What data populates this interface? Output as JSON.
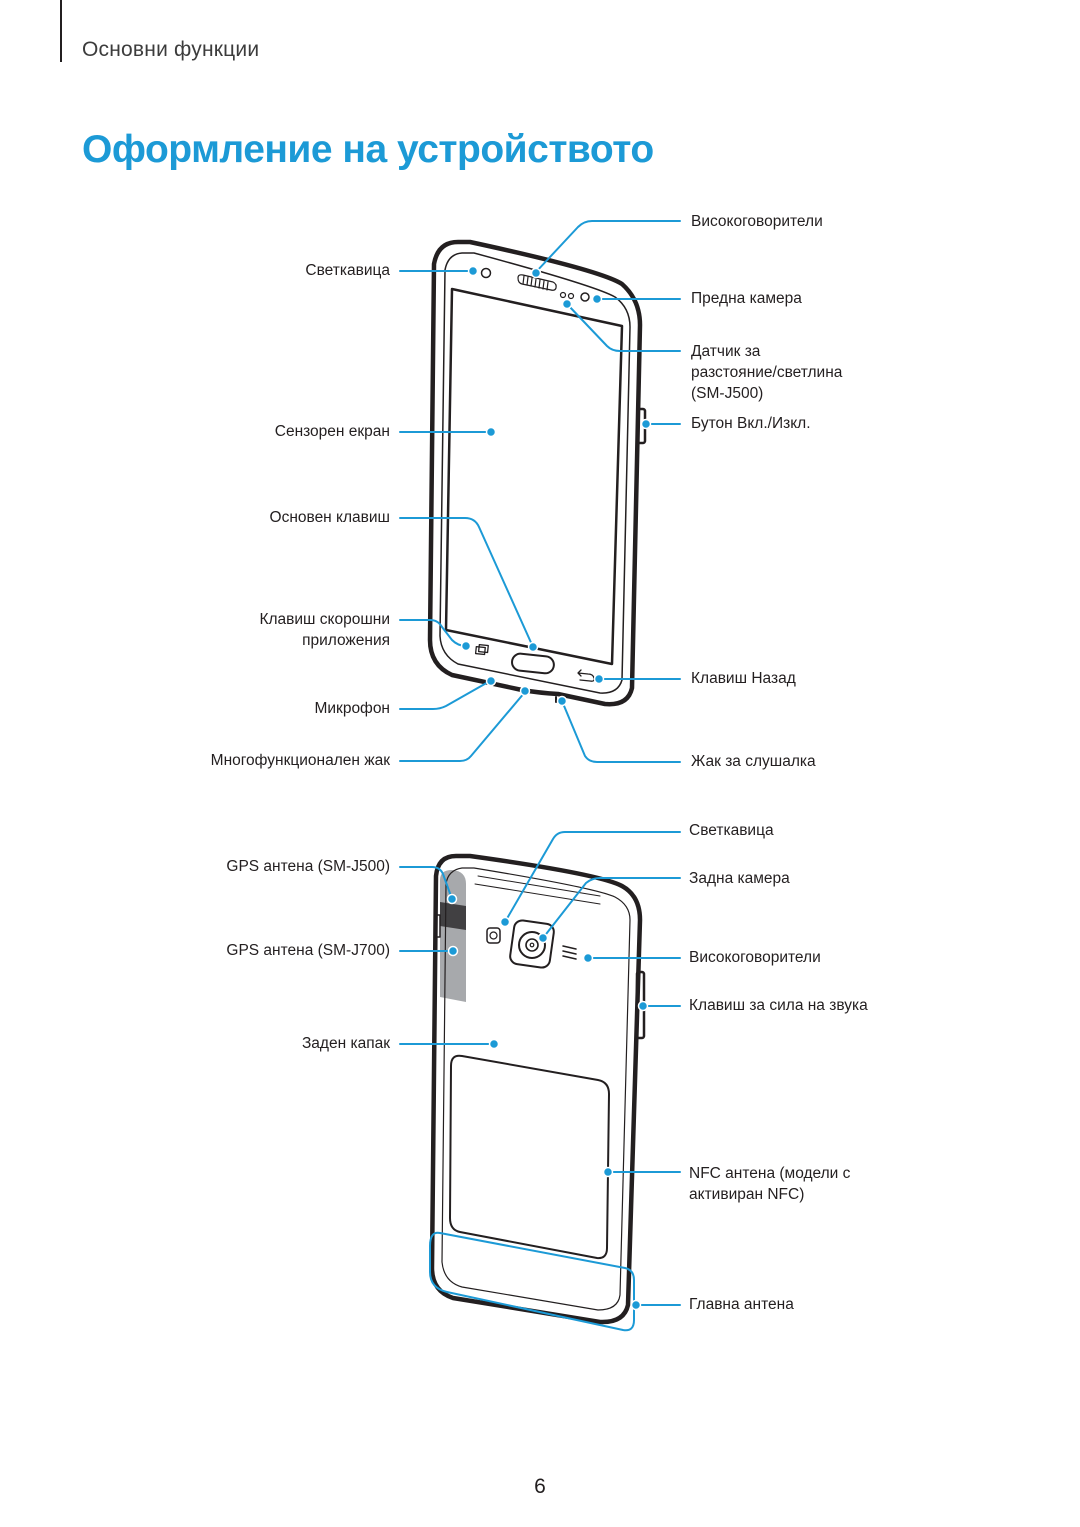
{
  "header": {
    "section": "Основни функции"
  },
  "title": "Оформление на устройството",
  "front": {
    "speakers": "Високоговорители",
    "flash": "Светкавица",
    "front_camera": "Предна камера",
    "sensor_lines": [
      "Датчик за",
      "разстояние/светлина",
      "(SM-J500)"
    ],
    "power": "Бутон Вкл./Изкл.",
    "touchscreen": "Сензорен екран",
    "home": "Основен клавиш",
    "recent_lines": [
      "Клавиш скорошни",
      "приложения"
    ],
    "back": "Клавиш Назад",
    "mic": "Микрофон",
    "jack": "Многофункционален жак",
    "headset": "Жак за слушалка"
  },
  "rear": {
    "flash": "Светкавица",
    "camera": "Задна камера",
    "gps_j500": "GPS антена (SM-J500)",
    "speaker": "Високоговорители",
    "gps_j700": "GPS антена (SM-J700)",
    "volume": "Клавиш за сила на звука",
    "cover": "Заден капак",
    "nfc_lines": [
      "NFC антена (модели с",
      "активиран NFC)"
    ],
    "main_antenna": "Главна антена"
  },
  "page_number": "6",
  "colors": {
    "accent": "#1c9ad6",
    "callout": "#1c9ad6",
    "device": "#231f20",
    "gps": "#a7a9ac"
  }
}
